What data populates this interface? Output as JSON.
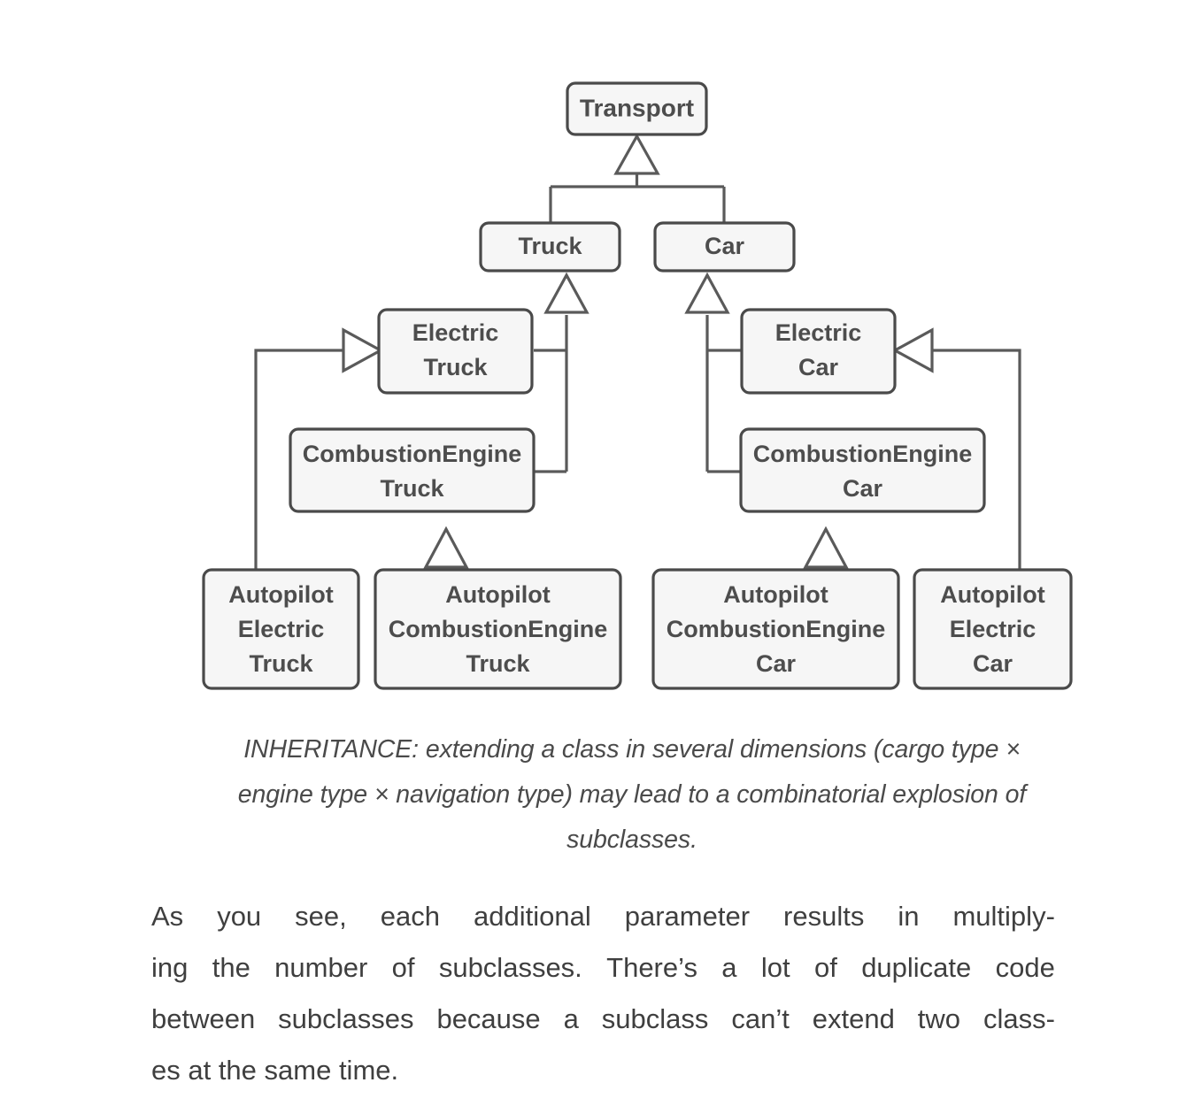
{
  "diagram": {
    "type": "uml-class-inheritance",
    "nodes": [
      {
        "id": "transport",
        "label": "Transport",
        "lines": [
          "Transport"
        ]
      },
      {
        "id": "truck",
        "label": "Truck",
        "lines": [
          "Truck"
        ]
      },
      {
        "id": "car",
        "label": "Car",
        "lines": [
          "Car"
        ]
      },
      {
        "id": "etruck",
        "label": "Electric Truck",
        "lines": [
          "Electric",
          "Truck"
        ]
      },
      {
        "id": "ecar",
        "label": "Electric Car",
        "lines": [
          "Electric",
          "Car"
        ]
      },
      {
        "id": "cetruck",
        "label": "CombustionEngine Truck",
        "lines": [
          "CombustionEngine",
          "Truck"
        ]
      },
      {
        "id": "cecar",
        "label": "CombustionEngine Car",
        "lines": [
          "CombustionEngine",
          "Car"
        ]
      },
      {
        "id": "apetruck",
        "label": "Autopilot Electric Truck",
        "lines": [
          "Autopilot",
          "Electric",
          "Truck"
        ]
      },
      {
        "id": "apcetruck",
        "label": "Autopilot CombustionEngine Truck",
        "lines": [
          "Autopilot",
          "CombustionEngine",
          "Truck"
        ]
      },
      {
        "id": "apcecar",
        "label": "Autopilot CombustionEngine Car",
        "lines": [
          "Autopilot",
          "CombustionEngine",
          "Car"
        ]
      },
      {
        "id": "apecar",
        "label": "Autopilot Electric Car",
        "lines": [
          "Autopilot",
          "Electric",
          "Car"
        ]
      }
    ],
    "edges": [
      {
        "from": "truck",
        "to": "transport"
      },
      {
        "from": "car",
        "to": "transport"
      },
      {
        "from": "etruck",
        "to": "truck"
      },
      {
        "from": "cetruck",
        "to": "truck"
      },
      {
        "from": "ecar",
        "to": "car"
      },
      {
        "from": "cecar",
        "to": "car"
      },
      {
        "from": "apetruck",
        "to": "etruck"
      },
      {
        "from": "apcetruck",
        "to": "cetruck"
      },
      {
        "from": "apcecar",
        "to": "cecar"
      },
      {
        "from": "apecar",
        "to": "ecar"
      }
    ],
    "colors": {
      "box_fill": "#f6f6f6",
      "box_border": "#4a4a4a",
      "edge": "#5a5a5a",
      "label_text": "#4d4d4d",
      "background": "#ffffff"
    }
  },
  "caption": {
    "text": "INHERITANCE: extending a class in several dimensions (cargo type × engine type × navigation type) may lead to a combinatorial explosion of subclasses."
  },
  "body": {
    "paragraph": "As you see, each additional parameter results in multiplying the number of subclasses. There’s a lot of duplicate code between subclasses because a subclass can’t extend two classes at the same time.",
    "lines": [
      [
        "As",
        "you",
        "see,",
        "each",
        "additional",
        "parameter",
        "results",
        "in",
        "multiply-"
      ],
      [
        "ing",
        "the",
        "number",
        "of",
        "subclasses.",
        "There’s",
        "a",
        "lot",
        "of",
        "duplicate",
        "code"
      ],
      [
        "between",
        "subclasses",
        "because",
        "a",
        "subclass",
        "can’t",
        "extend",
        "two",
        "class-"
      ],
      [
        "es at the same time."
      ]
    ]
  }
}
